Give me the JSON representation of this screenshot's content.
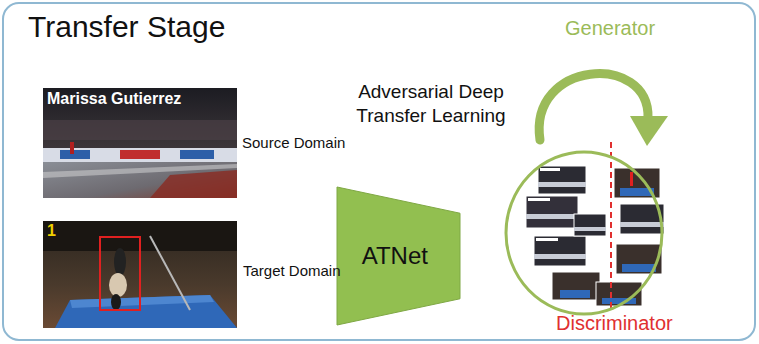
{
  "diagram": {
    "title": "Transfer Stage",
    "nodes": [
      {
        "text": [
          "Adversarial Deep Transfer Learning",
          "ATNet"
        ]
      },
      {
        "text": [
          "Generator",
          "Discriminator"
        ]
      }
    ],
    "labels": [
      "Marissa Gutierrez",
      "Source Domain",
      "1",
      "Target Domain"
    ]
  }
}
